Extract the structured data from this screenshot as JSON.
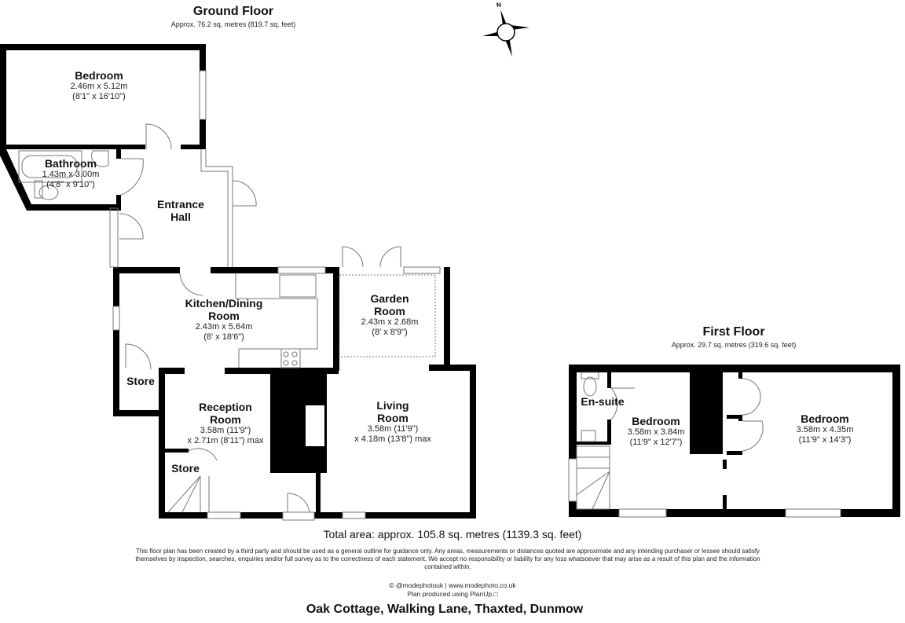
{
  "ground_floor": {
    "title": "Ground Floor",
    "area": "Approx. 76.2 sq. metres (819.7 sq. feet)",
    "rooms": [
      {
        "name": "Bedroom",
        "dim1": "2.46m x 5.12m",
        "dim2": "(8'1\" x 16'10\")"
      },
      {
        "name": "Bathroom",
        "dim1": "1.43m x 3.00m",
        "dim2": "(4'8\" x 9'10\")"
      },
      {
        "name": "Entrance",
        "name2": "Hall"
      },
      {
        "name": "Kitchen/Dining",
        "name2": "Room",
        "dim1": "2.43m x 5.64m",
        "dim2": "(8' x 18'6\")"
      },
      {
        "name": "Garden",
        "name2": "Room",
        "dim1": "2.43m x 2.68m",
        "dim2": "(8' x 8'9\")"
      },
      {
        "name": "Store"
      },
      {
        "name": "Reception",
        "name2": "Room",
        "dim1": "3.58m (11'9\")",
        "dim2": "x 2.71m (8'11\") max"
      },
      {
        "name": "Living",
        "name2": "Room",
        "dim1": "3.58m (11'9\")",
        "dim2": "x 4.18m (13'8\") max"
      },
      {
        "name": "Store"
      }
    ]
  },
  "first_floor": {
    "title": "First Floor",
    "area": "Approx. 29.7 sq. metres (319.6 sq. feet)",
    "rooms": [
      {
        "name": "En-suite"
      },
      {
        "name": "Bedroom",
        "dim1": "3.58m x 3.84m",
        "dim2": "(11'9\" x 12'7\")"
      },
      {
        "name": "Bedroom",
        "dim1": "3.58m x 4.35m",
        "dim2": "(11'9\" x 14'3\")"
      }
    ]
  },
  "compass": {
    "label": "N",
    "icon": "compass-rose-icon"
  },
  "total_area": "Total area: approx. 105.8 sq. metres (1139.3 sq. feet)",
  "disclaimer": "This floor plan has been created by a third party and should be used as a general outline for guidance only. Any areas, measurements or distances quoted are approximate and any intending purchaser or lessee should satisfy themselves by inspection, searches, enquiries and/or full survey as to the correctness of each statement. We accept no responsibility or liability for any loss whatsoever that may arise as a result of this plan and the information contained within.",
  "credit_line1": "© @modephotouk | www.modephoto.co.uk",
  "credit_line2": "Plan produced using PlanUp.□",
  "address": "Oak Cottage, Walking Lane, Thaxted, Dunmow",
  "colors": {
    "wall": "#000000",
    "background": "#ffffff",
    "fixture": "#888888"
  }
}
